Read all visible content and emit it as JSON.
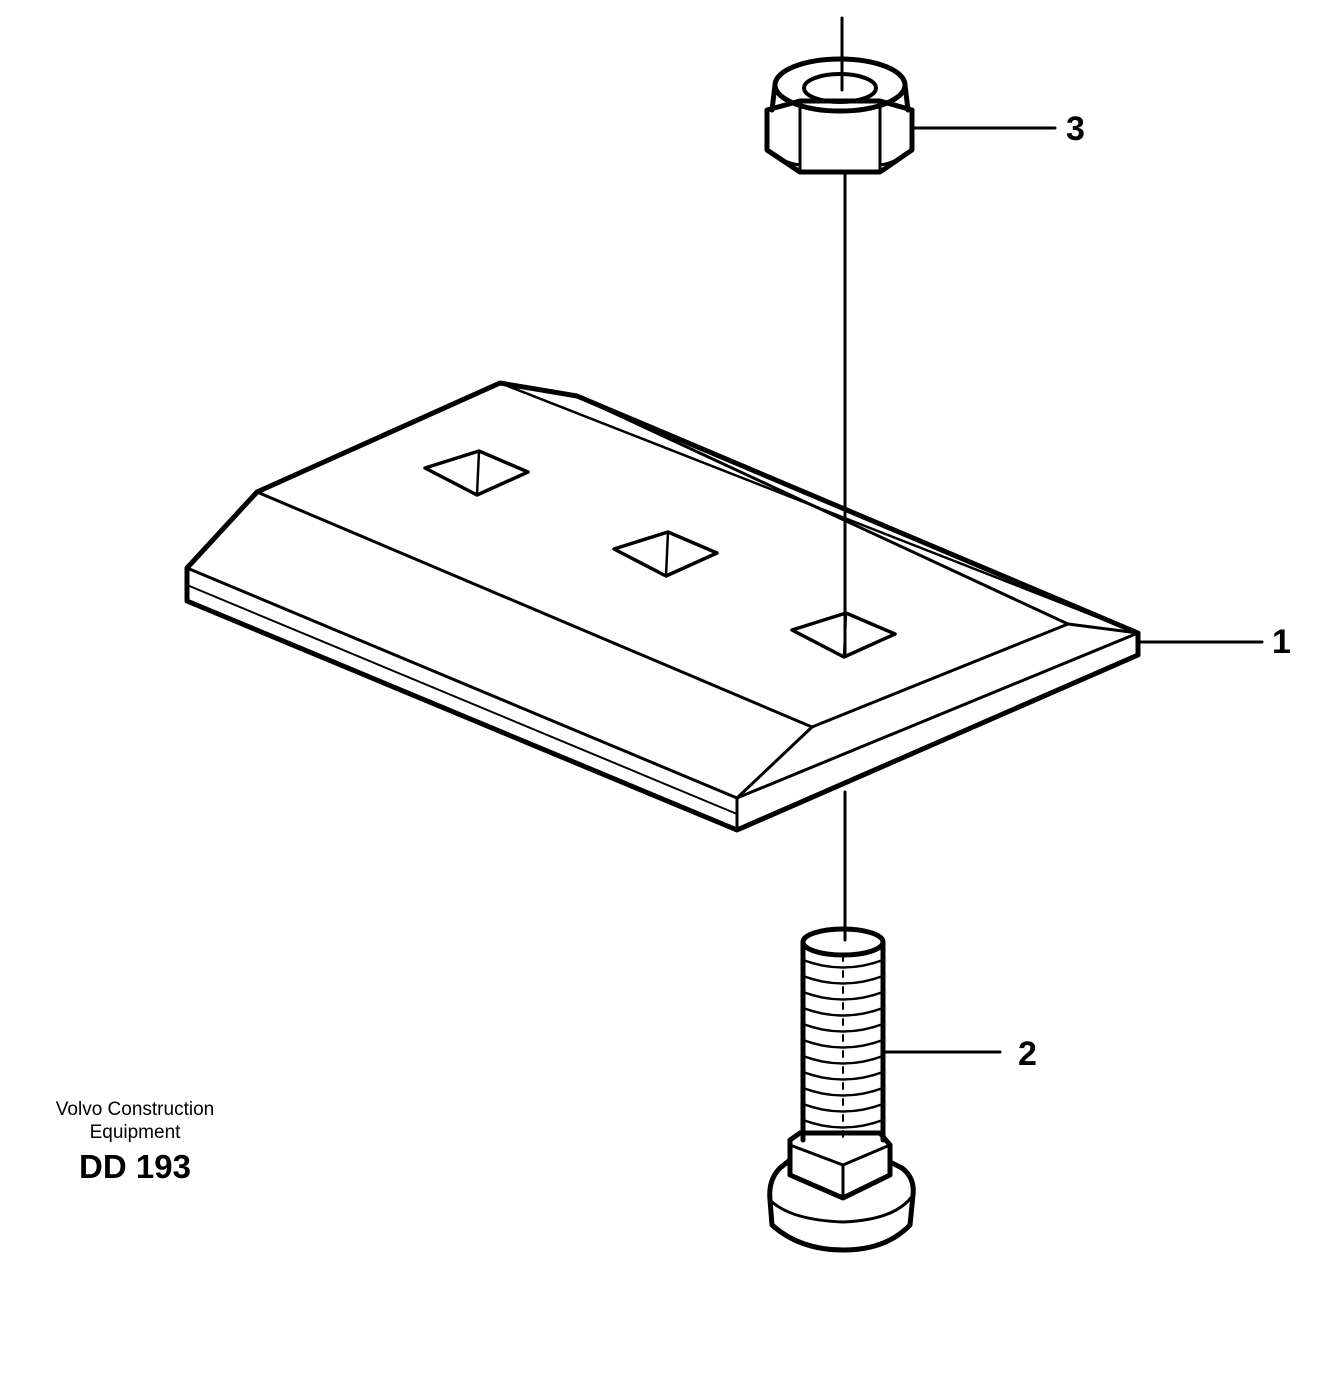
{
  "callouts": {
    "part1": "1",
    "part2": "2",
    "part3": "3"
  },
  "caption": {
    "line1": "Volvo Construction",
    "line2": "Equipment",
    "code": "DD 193"
  },
  "parts": [
    {
      "number": "1",
      "icon": "wear-plate-icon"
    },
    {
      "number": "2",
      "icon": "bolt-icon"
    },
    {
      "number": "3",
      "icon": "lock-nut-icon"
    }
  ],
  "colors": {
    "line": "#000000",
    "background": "#ffffff"
  }
}
